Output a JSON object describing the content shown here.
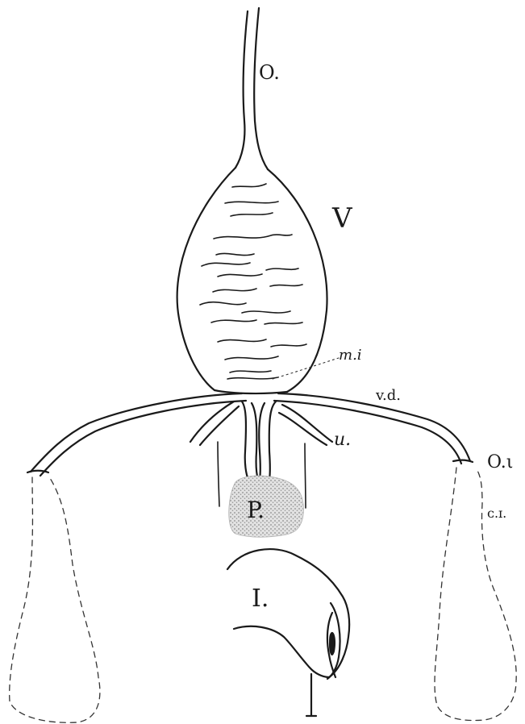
{
  "labels": {
    "o": "O.",
    "v": "V",
    "mi": "m.i",
    "vd": "v.d.",
    "u": "u.",
    "ot": "O.ι",
    "ct": "ᴄ.ɪ.",
    "p": "P.",
    "i": "I."
  },
  "colors": {
    "ink": "#1a1a1a",
    "prostate_fill": "#cfcfcf"
  }
}
